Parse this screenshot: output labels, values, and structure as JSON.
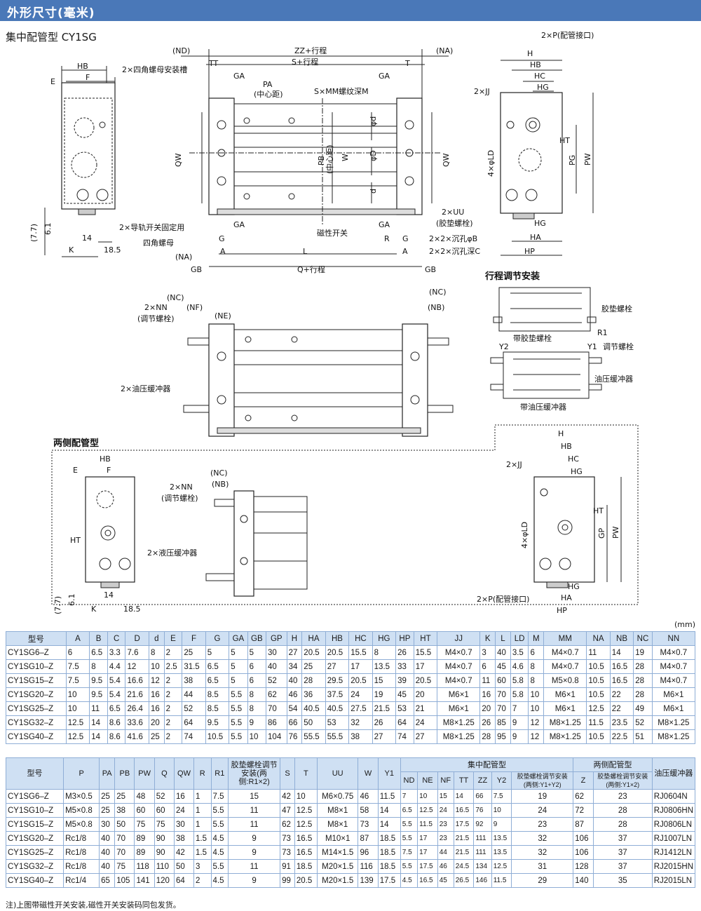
{
  "banner_title": "外形尺寸(毫米)",
  "subtitle": "集中配管型 CY1SG",
  "labels": {
    "nd": "(ND)",
    "zz": "ZZ+行程",
    "na": "(NA)",
    "tt": "TT",
    "s": "S+行程",
    "t": "T",
    "sq_nut_slot": "2×四角螺母安装槽",
    "ga": "GA",
    "pa": "PA",
    "pa_sub": "(中心距)",
    "smm": "S×MM螺纹深M",
    "hb": "HB",
    "f": "F",
    "e": "E",
    "qw": "QW",
    "pb": "PB",
    "pb_sub": "(中心距)",
    "w": "W",
    "phid": "φd",
    "phiD": "φD",
    "d_small": "d",
    "rail_nut": "2×导轨开关固定用",
    "rail_nut2": "四角螺母",
    "mag_switch": "磁性开关",
    "uu": "2×UU",
    "uu_sub": "(胶垫螺栓)",
    "b": "2×2×沉孔φB",
    "c": "2×2×沉孔深C",
    "r": "R",
    "a": "A",
    "l": "L",
    "gb": "GB",
    "q": "Q+行程",
    "k": "K",
    "v14": "14",
    "v185": "18.5",
    "v77": "(7.7)",
    "v61": "6.1",
    "p_port": "2×P(配管接口)",
    "h": "H",
    "hc": "HC",
    "hg": "HG",
    "jj": "2×JJ",
    "ht": "HT",
    "ld": "4×φLD",
    "pg": "PG",
    "pw": "PW",
    "ha": "HA",
    "hp": "HP",
    "stroke_adj": "行程调节安装",
    "bumper_bolt": "胶垫螺栓",
    "r1": "R1",
    "with_bumper": "带胶垫螺栓",
    "y2": "Y2",
    "y1": "Y1",
    "adj_bolt": "调节螺栓",
    "shock": "油压缓冲器",
    "with_shock": "带油压缓冲器",
    "nc": "(NC)",
    "nf": "(NF)",
    "ne": "(NE)",
    "nb": "(NB)",
    "nn": "2×NN",
    "nn_sub": "(调节螺栓)",
    "shock2": "2×油压缓冲器",
    "both_side": "两侧配管型",
    "jj2": "2×JJ",
    "shock3": "2×液压缓冲器",
    "p_port2": "2×P(配管接口)"
  },
  "unit": "(mm)",
  "table1": {
    "headers": [
      "型号",
      "A",
      "B",
      "C",
      "D",
      "d",
      "E",
      "F",
      "G",
      "GA",
      "GB",
      "GP",
      "H",
      "HA",
      "HB",
      "HC",
      "HG",
      "HP",
      "HT",
      "JJ",
      "K",
      "L",
      "LD",
      "M",
      "MM",
      "NA",
      "NB",
      "NC",
      "NN"
    ],
    "rows": [
      [
        "CY1SG6–Z",
        "6",
        "6.5",
        "3.3",
        "7.6",
        "8",
        "2",
        "25",
        "5",
        "5",
        "5",
        "30",
        "27",
        "20.5",
        "20.5",
        "15.5",
        "8",
        "26",
        "15.5",
        "M4×0.7",
        "3",
        "40",
        "3.5",
        "6",
        "M4×0.7",
        "11",
        "14",
        "19",
        "M4×0.7"
      ],
      [
        "CY1SG10–Z",
        "7.5",
        "8",
        "4.4",
        "12",
        "10",
        "2.5",
        "31.5",
        "6.5",
        "5",
        "6",
        "40",
        "34",
        "25",
        "27",
        "17",
        "13.5",
        "33",
        "17",
        "M4×0.7",
        "6",
        "45",
        "4.6",
        "8",
        "M4×0.7",
        "10.5",
        "16.5",
        "28",
        "M4×0.7"
      ],
      [
        "CY1SG15–Z",
        "7.5",
        "9.5",
        "5.4",
        "16.6",
        "12",
        "2",
        "38",
        "6.5",
        "5",
        "6",
        "52",
        "40",
        "28",
        "29.5",
        "20.5",
        "15",
        "39",
        "20.5",
        "M4×0.7",
        "11",
        "60",
        "5.8",
        "8",
        "M5×0.8",
        "10.5",
        "16.5",
        "28",
        "M4×0.7"
      ],
      [
        "CY1SG20–Z",
        "10",
        "9.5",
        "5.4",
        "21.6",
        "16",
        "2",
        "44",
        "8.5",
        "5.5",
        "8",
        "62",
        "46",
        "36",
        "37.5",
        "24",
        "19",
        "45",
        "20",
        "M6×1",
        "16",
        "70",
        "5.8",
        "10",
        "M6×1",
        "10.5",
        "22",
        "28",
        "M6×1"
      ],
      [
        "CY1SG25–Z",
        "10",
        "11",
        "6.5",
        "26.4",
        "16",
        "2",
        "52",
        "8.5",
        "5.5",
        "8",
        "70",
        "54",
        "40.5",
        "40.5",
        "27.5",
        "21.5",
        "53",
        "21",
        "M6×1",
        "20",
        "70",
        "7",
        "10",
        "M6×1",
        "12.5",
        "22",
        "49",
        "M6×1"
      ],
      [
        "CY1SG32–Z",
        "12.5",
        "14",
        "8.6",
        "33.6",
        "20",
        "2",
        "64",
        "9.5",
        "5.5",
        "9",
        "86",
        "66",
        "50",
        "53",
        "32",
        "26",
        "64",
        "24",
        "M8×1.25",
        "26",
        "85",
        "9",
        "12",
        "M8×1.25",
        "11.5",
        "23.5",
        "52",
        "M8×1.25"
      ],
      [
        "CY1SG40–Z",
        "12.5",
        "14",
        "8.6",
        "41.6",
        "25",
        "2",
        "74",
        "10.5",
        "5.5",
        "10",
        "104",
        "76",
        "55.5",
        "55.5",
        "38",
        "27",
        "74",
        "27",
        "M8×1.25",
        "28",
        "95",
        "9",
        "12",
        "M8×1.25",
        "10.5",
        "22.5",
        "51",
        "M8×1.25"
      ]
    ]
  },
  "table2": {
    "h_model": "型号",
    "h_p": "P",
    "h_pa": "PA",
    "h_pb": "PB",
    "h_pw": "PW",
    "h_q": "Q",
    "h_qw": "QW",
    "h_r": "R",
    "h_r1": "R1",
    "h_bumper": "胶垫螺栓调节安装(两侧:R1×2)",
    "h_s": "S",
    "h_t": "T",
    "h_uu": "UU",
    "h_w": "W",
    "h_y1": "Y1",
    "h_central": "集中配管型",
    "h_nd": "ND",
    "h_ne": "NE",
    "h_nf": "NF",
    "h_tt": "TT",
    "h_zz": "ZZ",
    "h_y2": "Y2",
    "h_bump_c": "胶垫螺栓调节安装(两侧:Y1+Y2)",
    "h_both": "两侧配管型",
    "h_z": "Z",
    "h_bump_b": "胶垫螺栓调节安装(两侧:Y1×2)",
    "h_shock": "油压缓冲器",
    "rows": [
      [
        "CY1SG6–Z",
        "M3×0.5",
        "25",
        "25",
        "48",
        "52",
        "16",
        "1",
        "7.5",
        "15",
        "42",
        "10",
        "M6×0.75",
        "46",
        "11.5",
        "7",
        "10",
        "15",
        "14",
        "66",
        "7.5",
        "19",
        "62",
        "23",
        "RJ0604N"
      ],
      [
        "CY1SG10–Z",
        "M5×0.8",
        "25",
        "38",
        "60",
        "60",
        "24",
        "1",
        "5.5",
        "11",
        "47",
        "12.5",
        "M8×1",
        "58",
        "14",
        "6.5",
        "12.5",
        "24",
        "16.5",
        "76",
        "10",
        "24",
        "72",
        "28",
        "RJ0806HN"
      ],
      [
        "CY1SG15–Z",
        "M5×0.8",
        "30",
        "50",
        "75",
        "75",
        "30",
        "1",
        "5.5",
        "11",
        "62",
        "12.5",
        "M8×1",
        "73",
        "14",
        "5.5",
        "11.5",
        "23",
        "17.5",
        "92",
        "9",
        "23",
        "87",
        "28",
        "RJ0806LN"
      ],
      [
        "CY1SG20–Z",
        "Rc1/8",
        "40",
        "70",
        "89",
        "90",
        "38",
        "1.5",
        "4.5",
        "9",
        "73",
        "16.5",
        "M10×1",
        "87",
        "18.5",
        "5.5",
        "17",
        "23",
        "21.5",
        "111",
        "13.5",
        "32",
        "106",
        "37",
        "RJ1007LN"
      ],
      [
        "CY1SG25–Z",
        "Rc1/8",
        "40",
        "70",
        "89",
        "90",
        "42",
        "1.5",
        "4.5",
        "9",
        "73",
        "16.5",
        "M14×1.5",
        "96",
        "18.5",
        "7.5",
        "17",
        "44",
        "21.5",
        "111",
        "13.5",
        "32",
        "106",
        "37",
        "RJ1412LN"
      ],
      [
        "CY1SG32–Z",
        "Rc1/8",
        "40",
        "75",
        "118",
        "110",
        "50",
        "3",
        "5.5",
        "11",
        "91",
        "18.5",
        "M20×1.5",
        "116",
        "18.5",
        "5.5",
        "17.5",
        "46",
        "24.5",
        "134",
        "12.5",
        "31",
        "128",
        "37",
        "RJ2015HN"
      ],
      [
        "CY1SG40–Z",
        "Rc1/4",
        "65",
        "105",
        "141",
        "120",
        "64",
        "2",
        "4.5",
        "9",
        "99",
        "20.5",
        "M20×1.5",
        "139",
        "17.5",
        "4.5",
        "16.5",
        "45",
        "26.5",
        "146",
        "11.5",
        "29",
        "140",
        "35",
        "RJ2015LN"
      ]
    ]
  },
  "note": "注)上图带磁性开关安装,磁性开关安装码同包发货。",
  "colors": {
    "banner": "#4a78b8",
    "header_bg": "#cfe0f3",
    "border": "#8faed6"
  }
}
